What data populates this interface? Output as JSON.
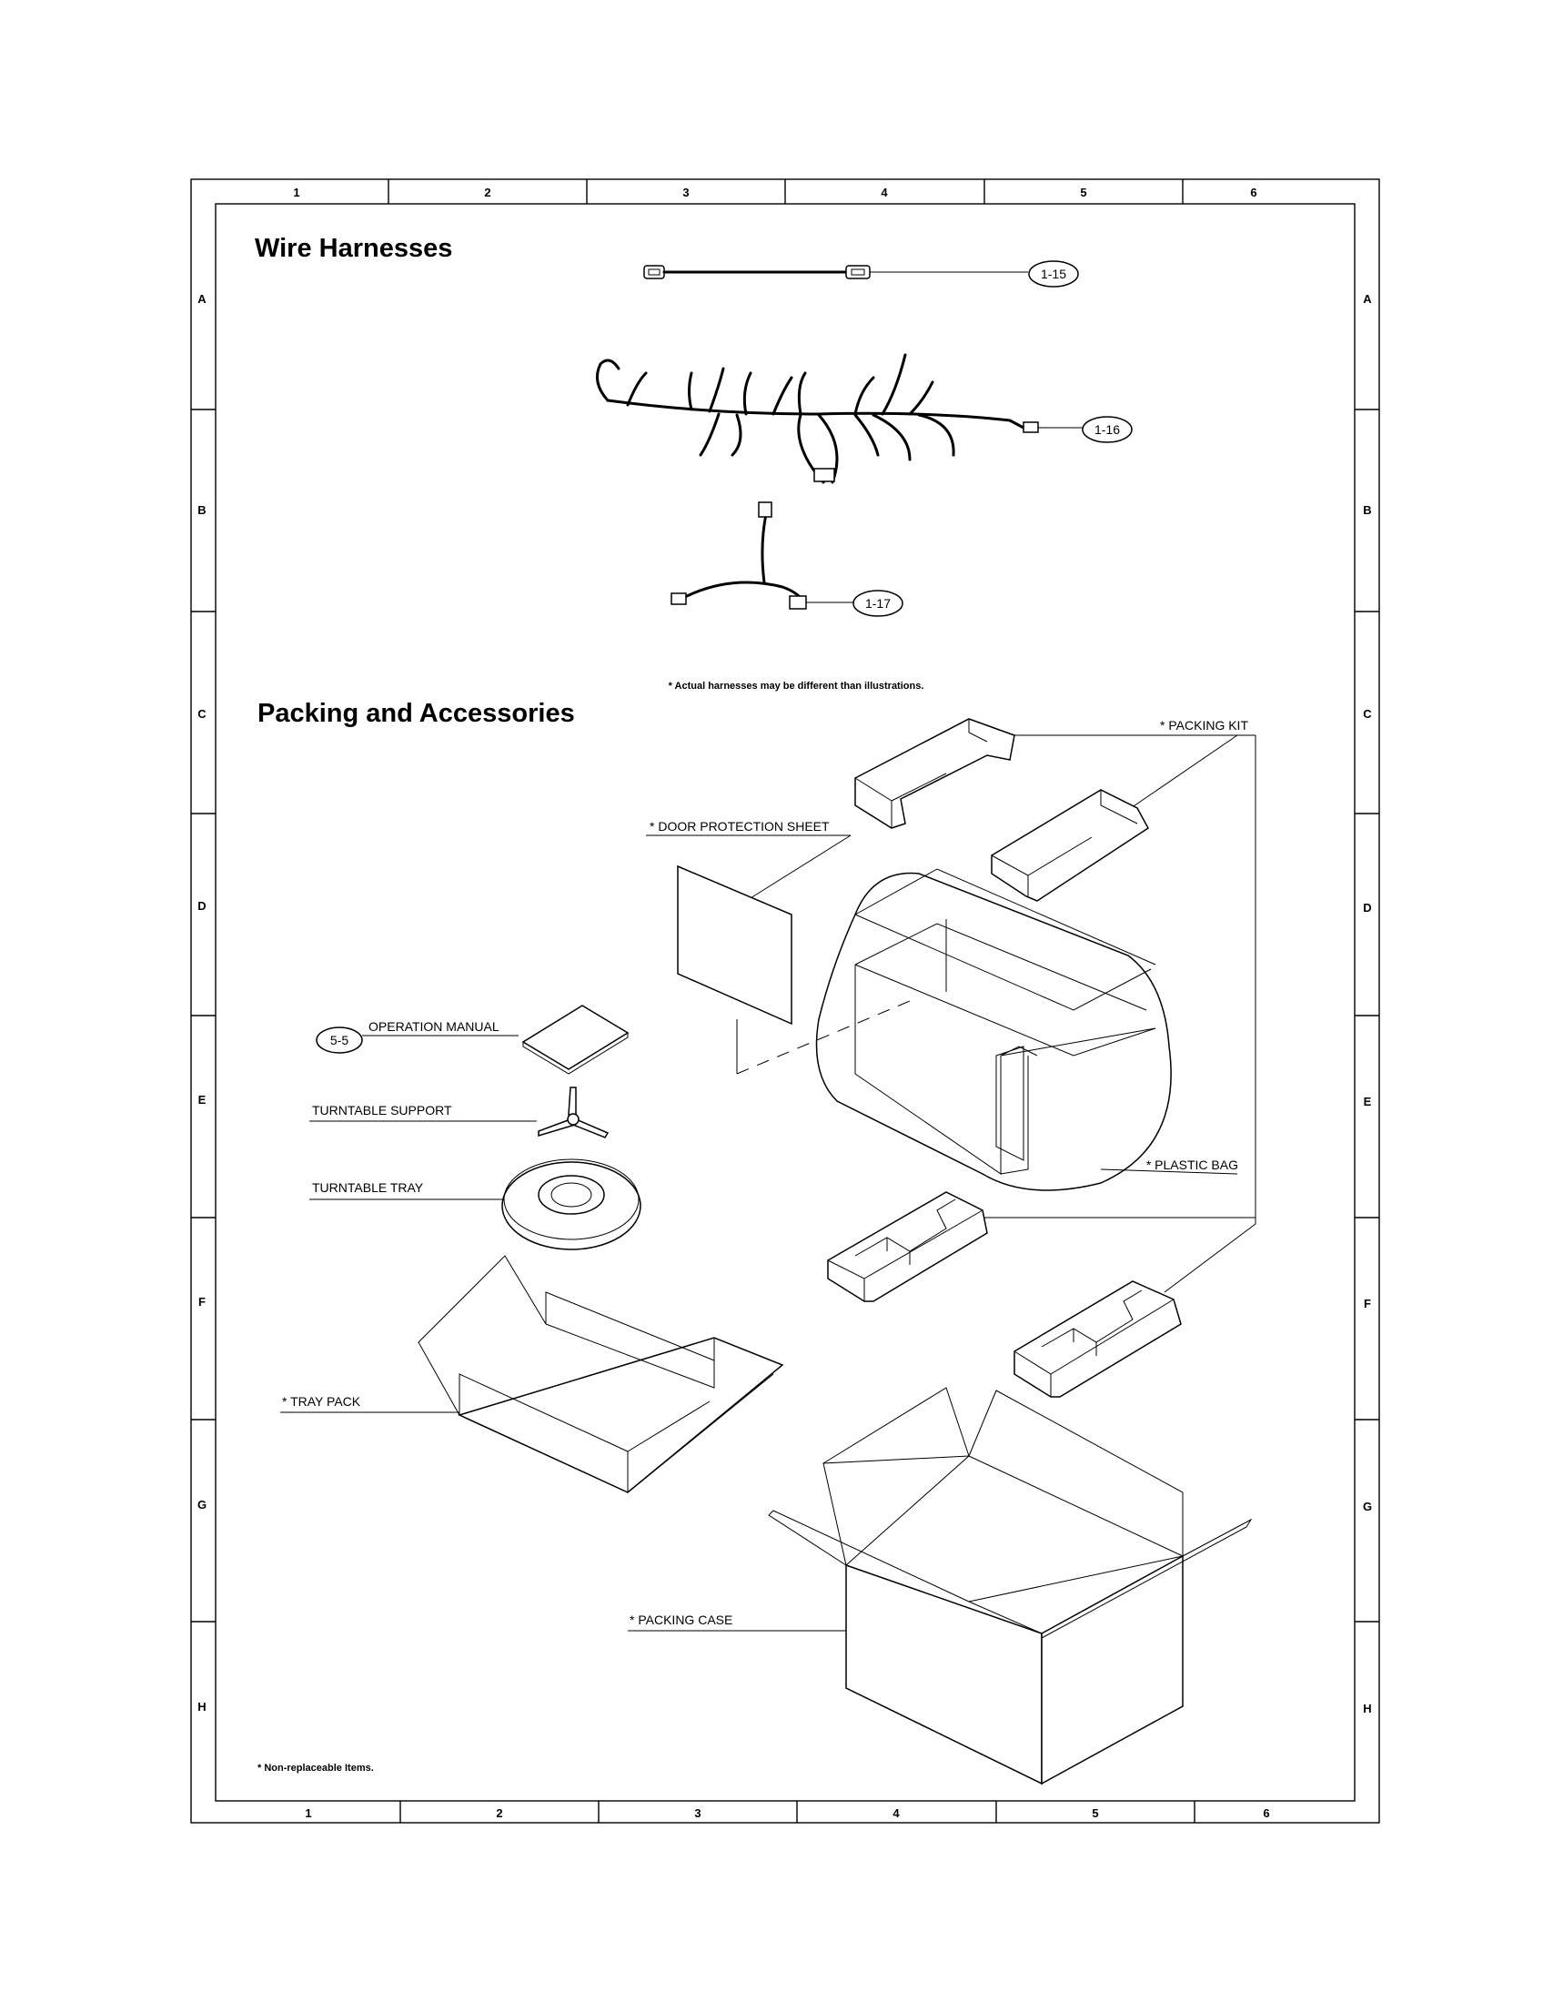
{
  "frame": {
    "columns_top": [
      "1",
      "2",
      "3",
      "4",
      "5",
      "6"
    ],
    "columns_bottom": [
      "1",
      "2",
      "3",
      "4",
      "5",
      "6"
    ],
    "rows_left": [
      "A",
      "B",
      "C",
      "D",
      "E",
      "F",
      "G",
      "H"
    ],
    "rows_right": [
      "A",
      "B",
      "C",
      "D",
      "E",
      "F",
      "G",
      "H"
    ]
  },
  "wire_harnesses": {
    "title": "Wire Harnesses",
    "items": [
      {
        "ref": "1-15"
      },
      {
        "ref": "1-16"
      },
      {
        "ref": "1-17"
      }
    ],
    "note": "* Actual harnesses may be different than illustrations."
  },
  "packing": {
    "title": "Packing and Accessories",
    "labels": {
      "packing_kit": "* PACKING KIT",
      "door_protection_sheet": "* DOOR PROTECTION SHEET",
      "operation_manual": "OPERATION MANUAL",
      "operation_manual_ref": "5-5",
      "turntable_support": "TURNTABLE SUPPORT",
      "turntable_tray": "TURNTABLE TRAY",
      "plastic_bag": "* PLASTIC BAG",
      "tray_pack": "* TRAY PACK",
      "packing_case": "* PACKING CASE"
    }
  },
  "footnote": "* Non-replaceable Items."
}
